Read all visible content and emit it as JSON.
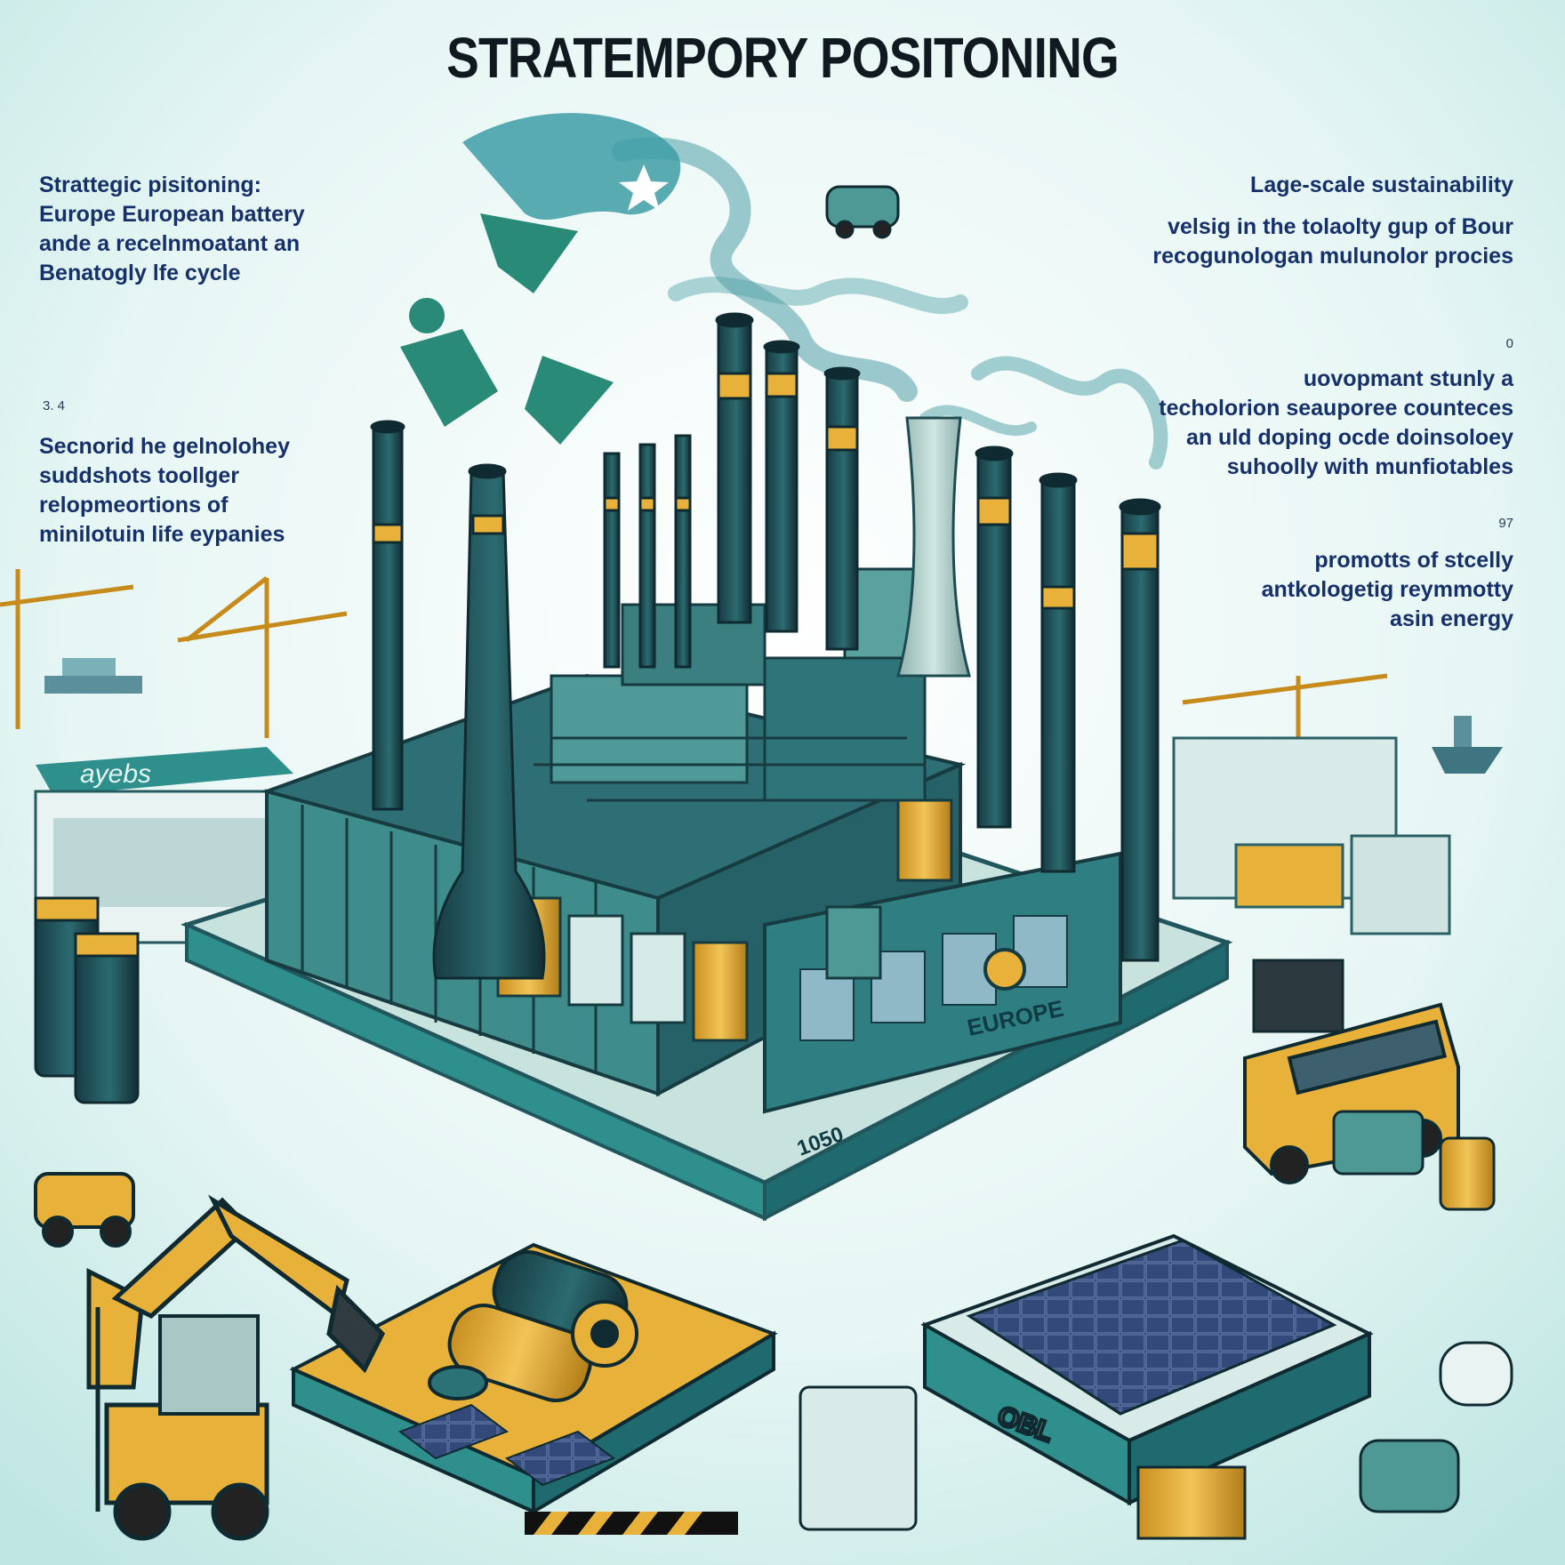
{
  "title": "STRATEMPORY POSITONING",
  "left_blocks": [
    {
      "number": "",
      "lines": [
        "Strattegic pisitoning:",
        "Europe  European battery",
        "ande a recelnmoatant an",
        "Benatogly lfe cycle"
      ]
    },
    {
      "number": "3. 4",
      "lines": [
        "Secnorid he gelnolohey",
        "suddshots toollger",
        "relopmeortions of",
        "minilotuin life eypanies"
      ]
    }
  ],
  "right_blocks": [
    {
      "number": "",
      "lines": [
        "Lage-scale sustainability",
        "velsig in the tolaolty gup of  Bour",
        "recogunologan mulunolor procies"
      ]
    },
    {
      "number": "0",
      "lines": [
        "uovopmant stunly a",
        "techolorion seauporee counteces",
        "an uld doping ocde doinsoloey",
        "suhoolly with munfiotables"
      ]
    },
    {
      "number": "97",
      "lines": [
        "promotts of stcelly",
        "antkologetig reymmotty",
        "asin energy"
      ]
    }
  ],
  "signs": {
    "factory_front": "EUROPE",
    "platform_corner": "1050",
    "solar_platform": "OBL",
    "left_building": "ayebs"
  },
  "icons": [
    "recycle-icon",
    "star-icon",
    "smokestack-icon",
    "crane-icon",
    "bus-icon",
    "excavator-icon",
    "forklift-icon",
    "battery-icon",
    "solar-panel-icon",
    "car-icon",
    "ship-icon",
    "barrel-icon"
  ],
  "colors": {
    "background": "#e2f5f3",
    "teal": "#2f8f8c",
    "dark_teal": "#1f4f57",
    "yellow": "#e8b23a",
    "text": "#16306a"
  }
}
